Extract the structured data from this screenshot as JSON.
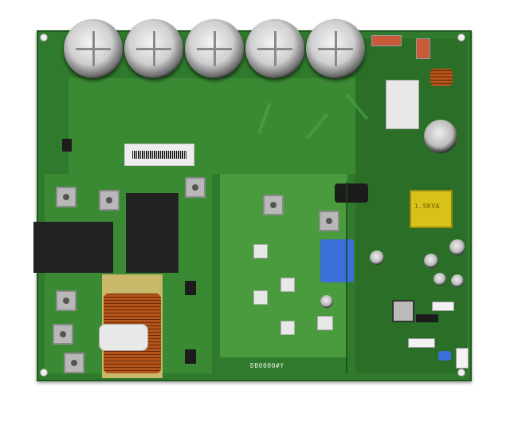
{
  "image": {
    "subject": "Inverter air-conditioner outdoor unit control PCB",
    "background_color": "#ffffff",
    "board_color": "#2f7a2c"
  },
  "labels": {
    "barcode_sticker": "|||||||||||||||",
    "silkscreen_marking": "DB0000#Y",
    "transformer_marking": "1.5KVA"
  },
  "colors": {
    "pcb_green": "#2f7a2c",
    "transformer_yellow": "#d8c21a",
    "coil_copper": "#b5541a",
    "capacitor_blue": "#3a6ed8",
    "connector_red": "#c85a3a"
  }
}
